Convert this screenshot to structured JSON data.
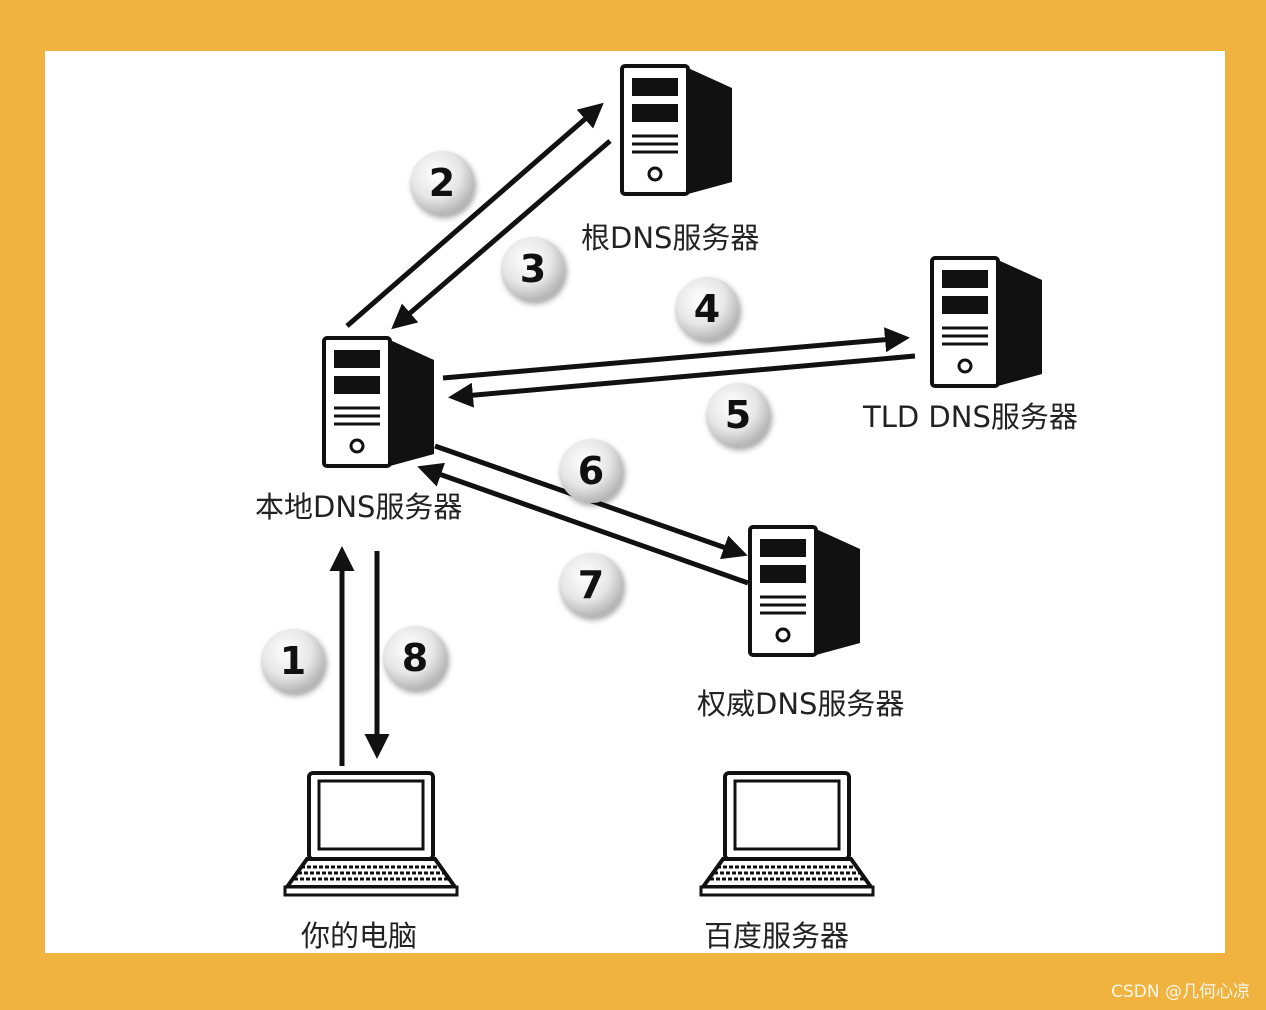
{
  "nodes": {
    "root_dns": {
      "label": "根DNS服务器"
    },
    "local_dns": {
      "label": "本地DNS服务器"
    },
    "tld_dns": {
      "label": "TLD DNS服务器"
    },
    "auth_dns": {
      "label": "权威DNS服务器"
    },
    "your_pc": {
      "label": "你的电脑"
    },
    "baidu_server": {
      "label": "百度服务器"
    }
  },
  "steps": [
    "1",
    "2",
    "3",
    "4",
    "5",
    "6",
    "7",
    "8"
  ],
  "watermark": "CSDN @几何心凉",
  "colors": {
    "frame": "#f1b33f",
    "canvas": "#ffffff",
    "line": "#111111"
  }
}
